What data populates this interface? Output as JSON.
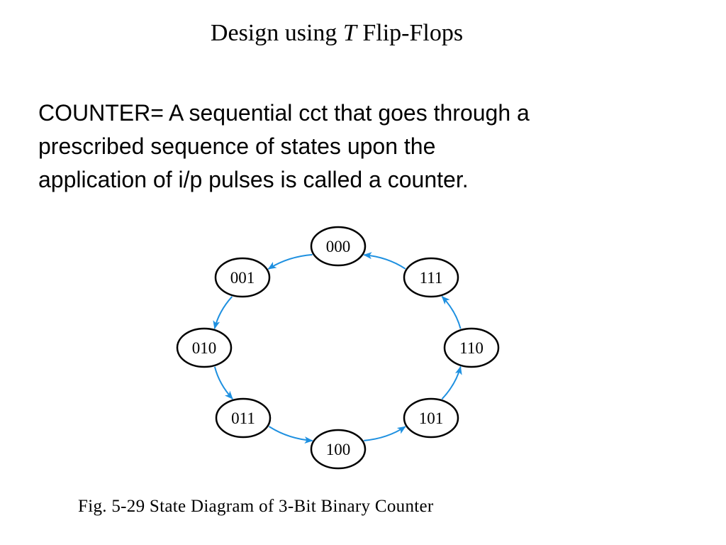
{
  "slide": {
    "title_prefix": "Design using ",
    "title_italic": "T",
    "title_suffix": " Flip-Flops",
    "body_lines": [
      "COUNTER= A sequential cct that goes through a",
      "prescribed sequence of states upon the",
      "application of i/p pulses is called a counter."
    ],
    "caption": "Fig. 5-29  State Diagram of 3-Bit Binary Counter"
  },
  "diagram": {
    "arrow_color": "#1e90e0",
    "states": [
      "000",
      "001",
      "010",
      "011",
      "100",
      "101",
      "110",
      "111"
    ],
    "transitions": [
      [
        "000",
        "001"
      ],
      [
        "001",
        "010"
      ],
      [
        "010",
        "011"
      ],
      [
        "011",
        "100"
      ],
      [
        "100",
        "101"
      ],
      [
        "101",
        "110"
      ],
      [
        "110",
        "111"
      ],
      [
        "111",
        "000"
      ]
    ]
  }
}
